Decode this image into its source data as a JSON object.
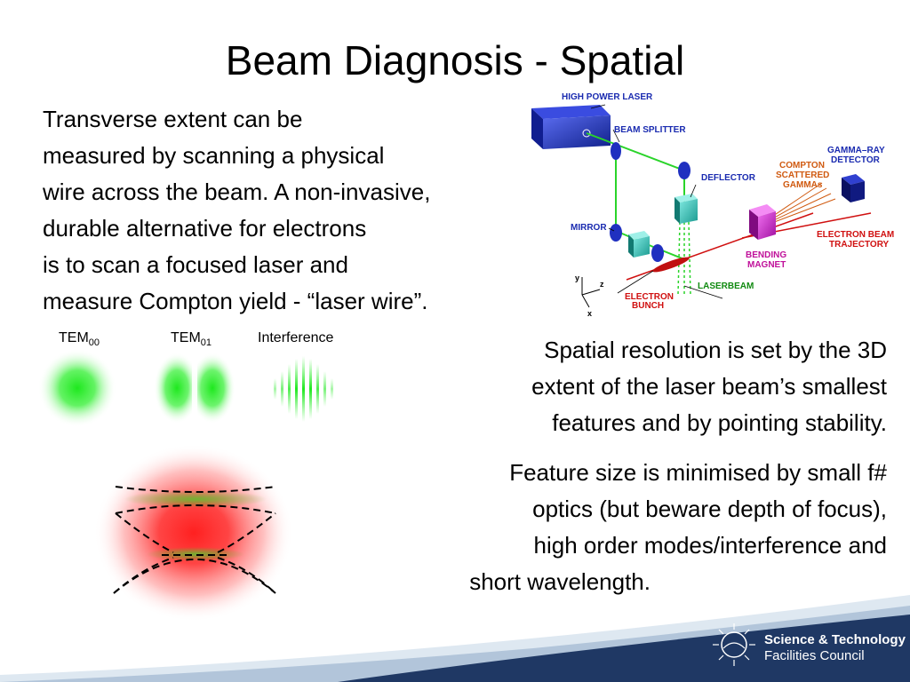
{
  "slide": {
    "title": "Beam Diagnosis - Spatial",
    "intro_lines": [
      "Transverse extent can be",
      "measured by scanning a physical",
      "wire across the beam. A non-invasive,",
      "durable alternative for electrons",
      "is to scan a focused laser and",
      "measure Compton yield - “laser wire”."
    ],
    "resolution_lines": [
      "Spatial resolution is set by the 3D",
      "extent of the laser beam’s smallest",
      "features and by pointing stability."
    ],
    "feature_lines": [
      "Feature size is minimised by small f#",
      "optics (but beware depth of focus),",
      "high order modes/interference and",
      "short wavelength."
    ]
  },
  "modes": {
    "tem00": {
      "base": "TEM",
      "sub": "00"
    },
    "tem01": {
      "base": "TEM",
      "sub": "01"
    },
    "interference": "Interference"
  },
  "diagram": {
    "high_power_laser": "HIGH POWER LASER",
    "beam_splitter": "BEAM SPLITTER",
    "gamma_ray_detector": [
      "GAMMA–RAY",
      "DETECTOR"
    ],
    "compton": [
      "COMPTON",
      "SCATTERED",
      "GAMMAs"
    ],
    "deflector": "DEFLECTOR",
    "mirror": "MIRROR",
    "electron_beam": [
      "ELECTRON BEAM",
      "TRAJECTORY"
    ],
    "bending_magnet": [
      "BENDING",
      "MAGNET"
    ],
    "laserbeam": "LASERBEAM",
    "electron_bunch": [
      "ELECTRON",
      "BUNCH"
    ],
    "axes": {
      "y": "y",
      "z": "z",
      "x": "x"
    }
  },
  "colors": {
    "diagram_label_blue": "#1a2bb0",
    "diagram_label_red": "#d01010",
    "diagram_label_orange": "#d05a10",
    "diagram_label_magenta": "#c0109a",
    "diagram_label_green": "#108a10",
    "laser_green": "#2ad42a",
    "focus_red": "#ff2a2a",
    "footer_navy": "#1f3864"
  },
  "footer": {
    "logo_line1": "Science & Technology",
    "logo_line2": "Facilities Council"
  }
}
